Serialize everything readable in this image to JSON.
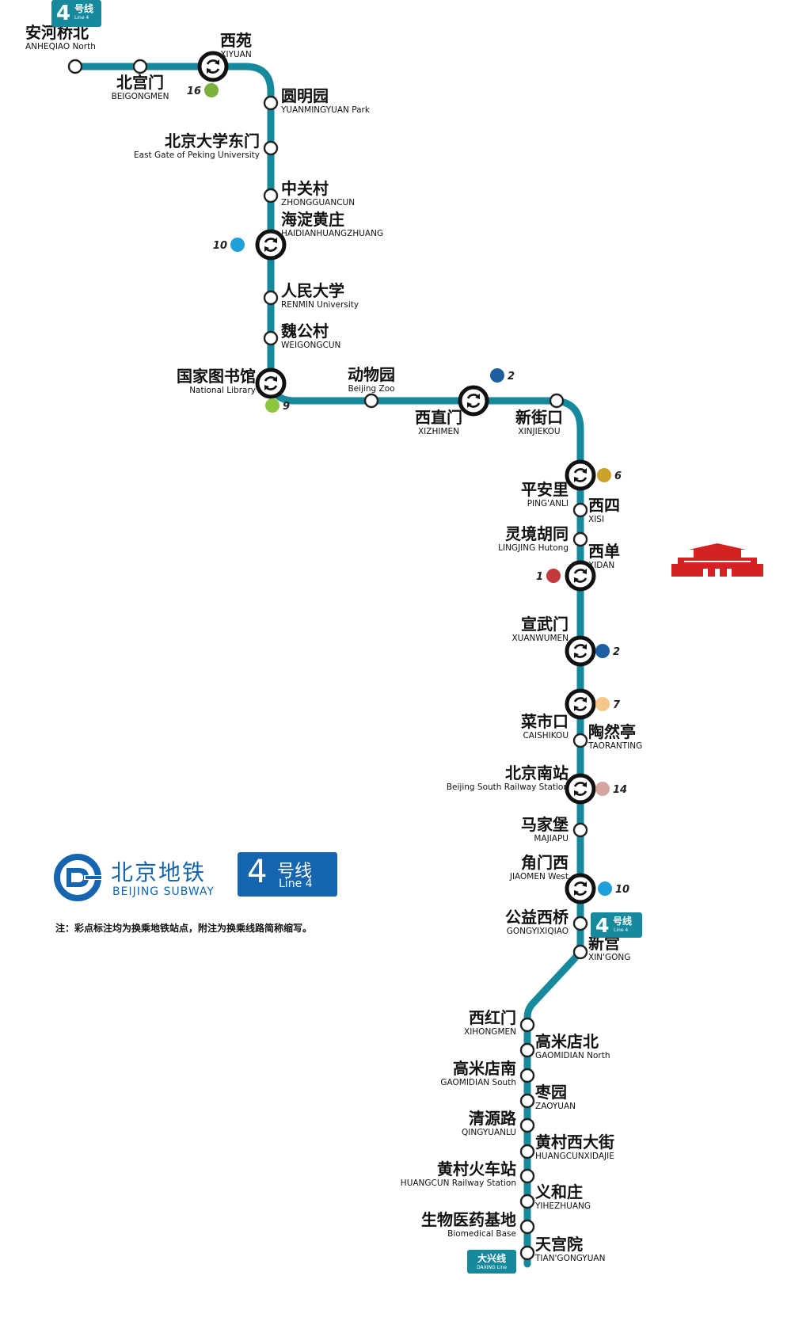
{
  "line_badge": {
    "number": "4",
    "hao": "号线",
    "sub": "Line 4"
  },
  "line_color": "#168a9c",
  "stations": [
    {
      "zh": "安河桥北",
      "en": "ANHEQIAO North",
      "transfer": false
    },
    {
      "zh": "北宫门",
      "en": "BEIGONGMEN",
      "transfer": false
    },
    {
      "zh": "西苑",
      "en": "XIYUAN",
      "transfer": true,
      "lines": [
        {
          "line": "16",
          "color": "#7bb03e"
        }
      ]
    },
    {
      "zh": "圆明园",
      "en": "YUANMINGYUAN Park",
      "transfer": false
    },
    {
      "zh": "北京大学东门",
      "en": "East Gate of Peking University",
      "transfer": false
    },
    {
      "zh": "中关村",
      "en": "ZHONGGUANCUN",
      "transfer": false
    },
    {
      "zh": "海淀黄庄",
      "en": "HAIDIANHUANGZHUANG",
      "transfer": true,
      "lines": [
        {
          "line": "10",
          "color": "#1fa0d8"
        }
      ]
    },
    {
      "zh": "人民大学",
      "en": "RENMIN University",
      "transfer": false
    },
    {
      "zh": "魏公村",
      "en": "WEIGONGCUN",
      "transfer": false
    },
    {
      "zh": "国家图书馆",
      "en": "National Library",
      "transfer": true,
      "lines": [
        {
          "line": "9",
          "color": "#8cc63f"
        }
      ]
    },
    {
      "zh": "动物园",
      "en": "Beijing Zoo",
      "transfer": false
    },
    {
      "zh": "西直门",
      "en": "XIZHIMEN",
      "transfer": true,
      "lines": [
        {
          "line": "2",
          "color": "#1d5fa0"
        }
      ]
    },
    {
      "zh": "新街口",
      "en": "XINJIEKOU",
      "transfer": false
    },
    {
      "zh": "平安里",
      "en": "PING'ANLI",
      "transfer": true,
      "lines": [
        {
          "line": "6",
          "color": "#c9a227"
        }
      ]
    },
    {
      "zh": "西四",
      "en": "XISI",
      "transfer": false
    },
    {
      "zh": "灵境胡同",
      "en": "LINGJING Hutong",
      "transfer": false
    },
    {
      "zh": "西单",
      "en": "XIDAN",
      "transfer": true,
      "lines": [
        {
          "line": "1",
          "color": "#c23a3a"
        }
      ]
    },
    {
      "zh": "宣武门",
      "en": "XUANWUMEN",
      "transfer": true,
      "lines": [
        {
          "line": "2",
          "color": "#1d5fa0"
        }
      ]
    },
    {
      "zh": "菜市口",
      "en": "CAISHIKOU",
      "transfer": true,
      "lines": [
        {
          "line": "7",
          "color": "#f6c78b"
        }
      ]
    },
    {
      "zh": "陶然亭",
      "en": "TAORANTING",
      "transfer": false
    },
    {
      "zh": "北京南站",
      "en": "Beijing South Railway Station",
      "transfer": true,
      "lines": [
        {
          "line": "14",
          "color": "#d4a5a0"
        }
      ]
    },
    {
      "zh": "马家堡",
      "en": "MAJIAPU",
      "transfer": false
    },
    {
      "zh": "角门西",
      "en": "JIAOMEN West",
      "transfer": true,
      "lines": [
        {
          "line": "10",
          "color": "#1fa0d8"
        }
      ]
    },
    {
      "zh": "公益西桥",
      "en": "GONGYIXIQIAO",
      "transfer": false
    },
    {
      "zh": "新宫",
      "en": "XIN'GONG",
      "transfer": false
    },
    {
      "zh": "西红门",
      "en": "XIHONGMEN",
      "transfer": false
    },
    {
      "zh": "高米店北",
      "en": "GAOMIDIAN North",
      "transfer": false
    },
    {
      "zh": "高米店南",
      "en": "GAOMIDIAN South",
      "transfer": false
    },
    {
      "zh": "枣园",
      "en": "ZAOYUAN",
      "transfer": false
    },
    {
      "zh": "清源路",
      "en": "QINGYUANLU",
      "transfer": false
    },
    {
      "zh": "黄村西大街",
      "en": "HUANGCUNXIDAJIE",
      "transfer": false
    },
    {
      "zh": "黄村火车站",
      "en": "HUANGCUN Railway Station",
      "transfer": false
    },
    {
      "zh": "义和庄",
      "en": "YIHEZHUANG",
      "transfer": false
    },
    {
      "zh": "生物医药基地",
      "en": "Biomedical Base",
      "transfer": false
    },
    {
      "zh": "天宫院",
      "en": "TIAN'GONGYUAN",
      "transfer": false
    }
  ],
  "daxing_badge": {
    "zh": "大兴线",
    "en": "DAXING Line"
  },
  "legend": {
    "subway_zh": "北京地铁",
    "subway_en": "BEIJING SUBWAY",
    "line_number": "4",
    "line_hao": "号线",
    "line_en": "Line 4",
    "note": "注：彩点标注均为换乘地铁站点，附注为换乘线路简称缩写。"
  },
  "landmark": "tiananmen-icon"
}
